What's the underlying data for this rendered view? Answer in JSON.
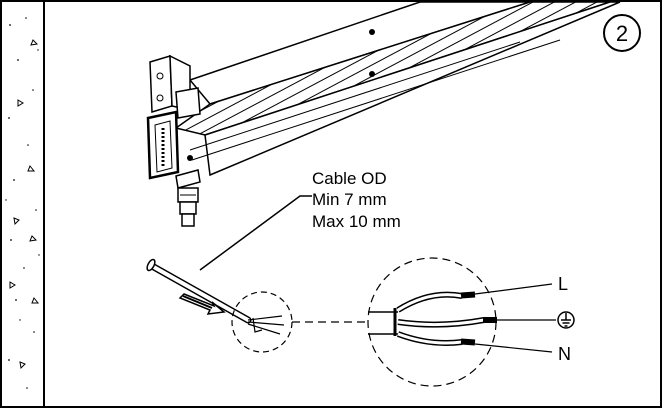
{
  "step": {
    "number": "2"
  },
  "cable_spec": {
    "title": "Cable OD",
    "min": "Min 7 mm",
    "max": "Max 10 mm"
  },
  "wire_labels": {
    "live": "L",
    "neutral": "N",
    "earth_icon": "protective-earth-ground-symbol"
  },
  "colors": {
    "ink": "#000000",
    "background": "#ffffff"
  }
}
